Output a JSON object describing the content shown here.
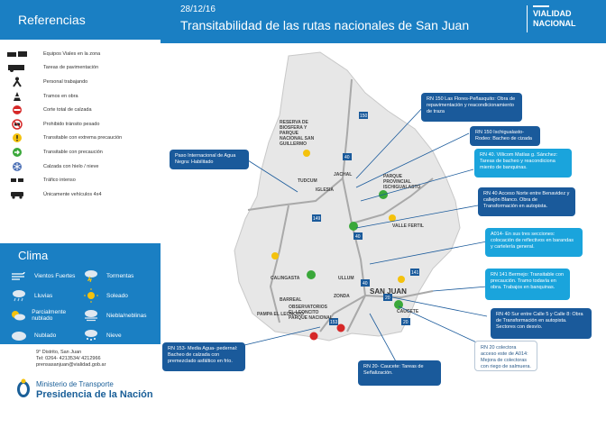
{
  "header": {
    "date": "28/12/16",
    "title": "Transitabilidad de las rutas nacionales de San Juan",
    "brand_line1": "VIALIDAD",
    "brand_line2": "NACIONAL"
  },
  "referencias": {
    "title": "Referencias",
    "items": [
      {
        "label": "Equipos Viales en la zona",
        "icon": "road-equipment-icon"
      },
      {
        "label": "Tareas de pavimentación",
        "icon": "paving-icon"
      },
      {
        "label": "Personal trabajando",
        "icon": "worker-icon"
      },
      {
        "label": "Tramos en obra",
        "icon": "cone-icon"
      },
      {
        "label": "Corte total de calzada",
        "icon": "road-closed-icon"
      },
      {
        "label": "Prohibido tránsito pesado",
        "icon": "no-trucks-icon"
      },
      {
        "label": "Transitable con extrema precaución",
        "icon": "warning-icon"
      },
      {
        "label": "Transitable con precaución",
        "icon": "caution-arrow-icon"
      },
      {
        "label": "Calzada con hielo / nieve",
        "icon": "snowflake-icon"
      },
      {
        "label": "Tráfico intenso",
        "icon": "traffic-icon"
      },
      {
        "label": "Únicamente vehículos 4x4",
        "icon": "4x4-icon"
      }
    ]
  },
  "clima": {
    "title": "Clima",
    "items": [
      {
        "label": "Vientos Fuertes",
        "icon": "wind-icon"
      },
      {
        "label": "Tormentas",
        "icon": "storm-icon"
      },
      {
        "label": "Lluvias",
        "icon": "rain-icon"
      },
      {
        "label": "Soleado",
        "icon": "sun-icon"
      },
      {
        "label": "Parcialmente nublado",
        "icon": "partly-cloudy-icon"
      },
      {
        "label": "Niebla/neblinas",
        "icon": "fog-icon"
      },
      {
        "label": "Nublado",
        "icon": "cloud-icon"
      },
      {
        "label": "Nieve",
        "icon": "snow-icon"
      }
    ]
  },
  "contact": {
    "line1": "9° Distrito, San Juan",
    "line2": "Tel: 0264- 4213534/ 4212966",
    "line3": "prensasanjuan@vialidad.gob.ar"
  },
  "ministry": {
    "small": "Ministerio de Transporte",
    "big": "Presidencia de la Nación"
  },
  "callouts": {
    "c1": "RN 150 Las Flores-Peñasquito: Obra de repavimentación y reacondicionamiento de traza",
    "c2": "RN 150 Ischigualasto-Rodeo: Bacheo de cizada",
    "c3": "RN 40. Villicom Matías g. Sánchez: Tareas de bacheo y reacondiciona miento de banquinas.",
    "c4": "RN 40 Acceso Norte entre Benavidez y callejón Blanco. Obra de Transformación en autopista.",
    "c5": "A014- En sus tres secciones: colocación de reflectivos en barandas y cartelería general.",
    "c6": "RN 141 Bermejo: Transitable con precaución. Tramo todavía en obra. Trabajos en banquinas.",
    "c7": "RN 40 Sur entre Calle 5 y Calle 8: Obra de Transformación en autopista. Sectores con desvío.",
    "c8": "RN 20 colectora acceso este de A014: Mejora de colectoras con riego de salmuera.",
    "c9": "RN 20- Caucete: Tareas de Señalización.",
    "c10": "RN 153- Media Agua- pedernal: Bacheo de calzada con premezclado asfáltico en frío.",
    "c11": "Paso Internacional de Agua Negra: Habilitado"
  },
  "places": {
    "p1": "RESERVA DE BIOSFERA Y PARQUE NACIONAL SAN GUILLERMO",
    "p2": "PARQUE PROVINCIAL ISCHIGUALASTO",
    "p3": "VALLE FERTIL",
    "p4": "SAN JUAN",
    "p5": "CALINGASTA",
    "p6": "BARREAL",
    "p7": "PAMPA EL LEONCITO",
    "p8": "OBSERVATORIOS EL LEONCITO PARQUE NACIONAL",
    "p9": "TUDCUM",
    "p10": "IGLESIA",
    "p11": "JACHAL",
    "p12": "CAUCETE",
    "p13": "ZONDA",
    "p14": "ULLUM"
  },
  "routes": [
    "150",
    "40",
    "149",
    "40",
    "20",
    "141",
    "153",
    "20",
    "40"
  ]
}
